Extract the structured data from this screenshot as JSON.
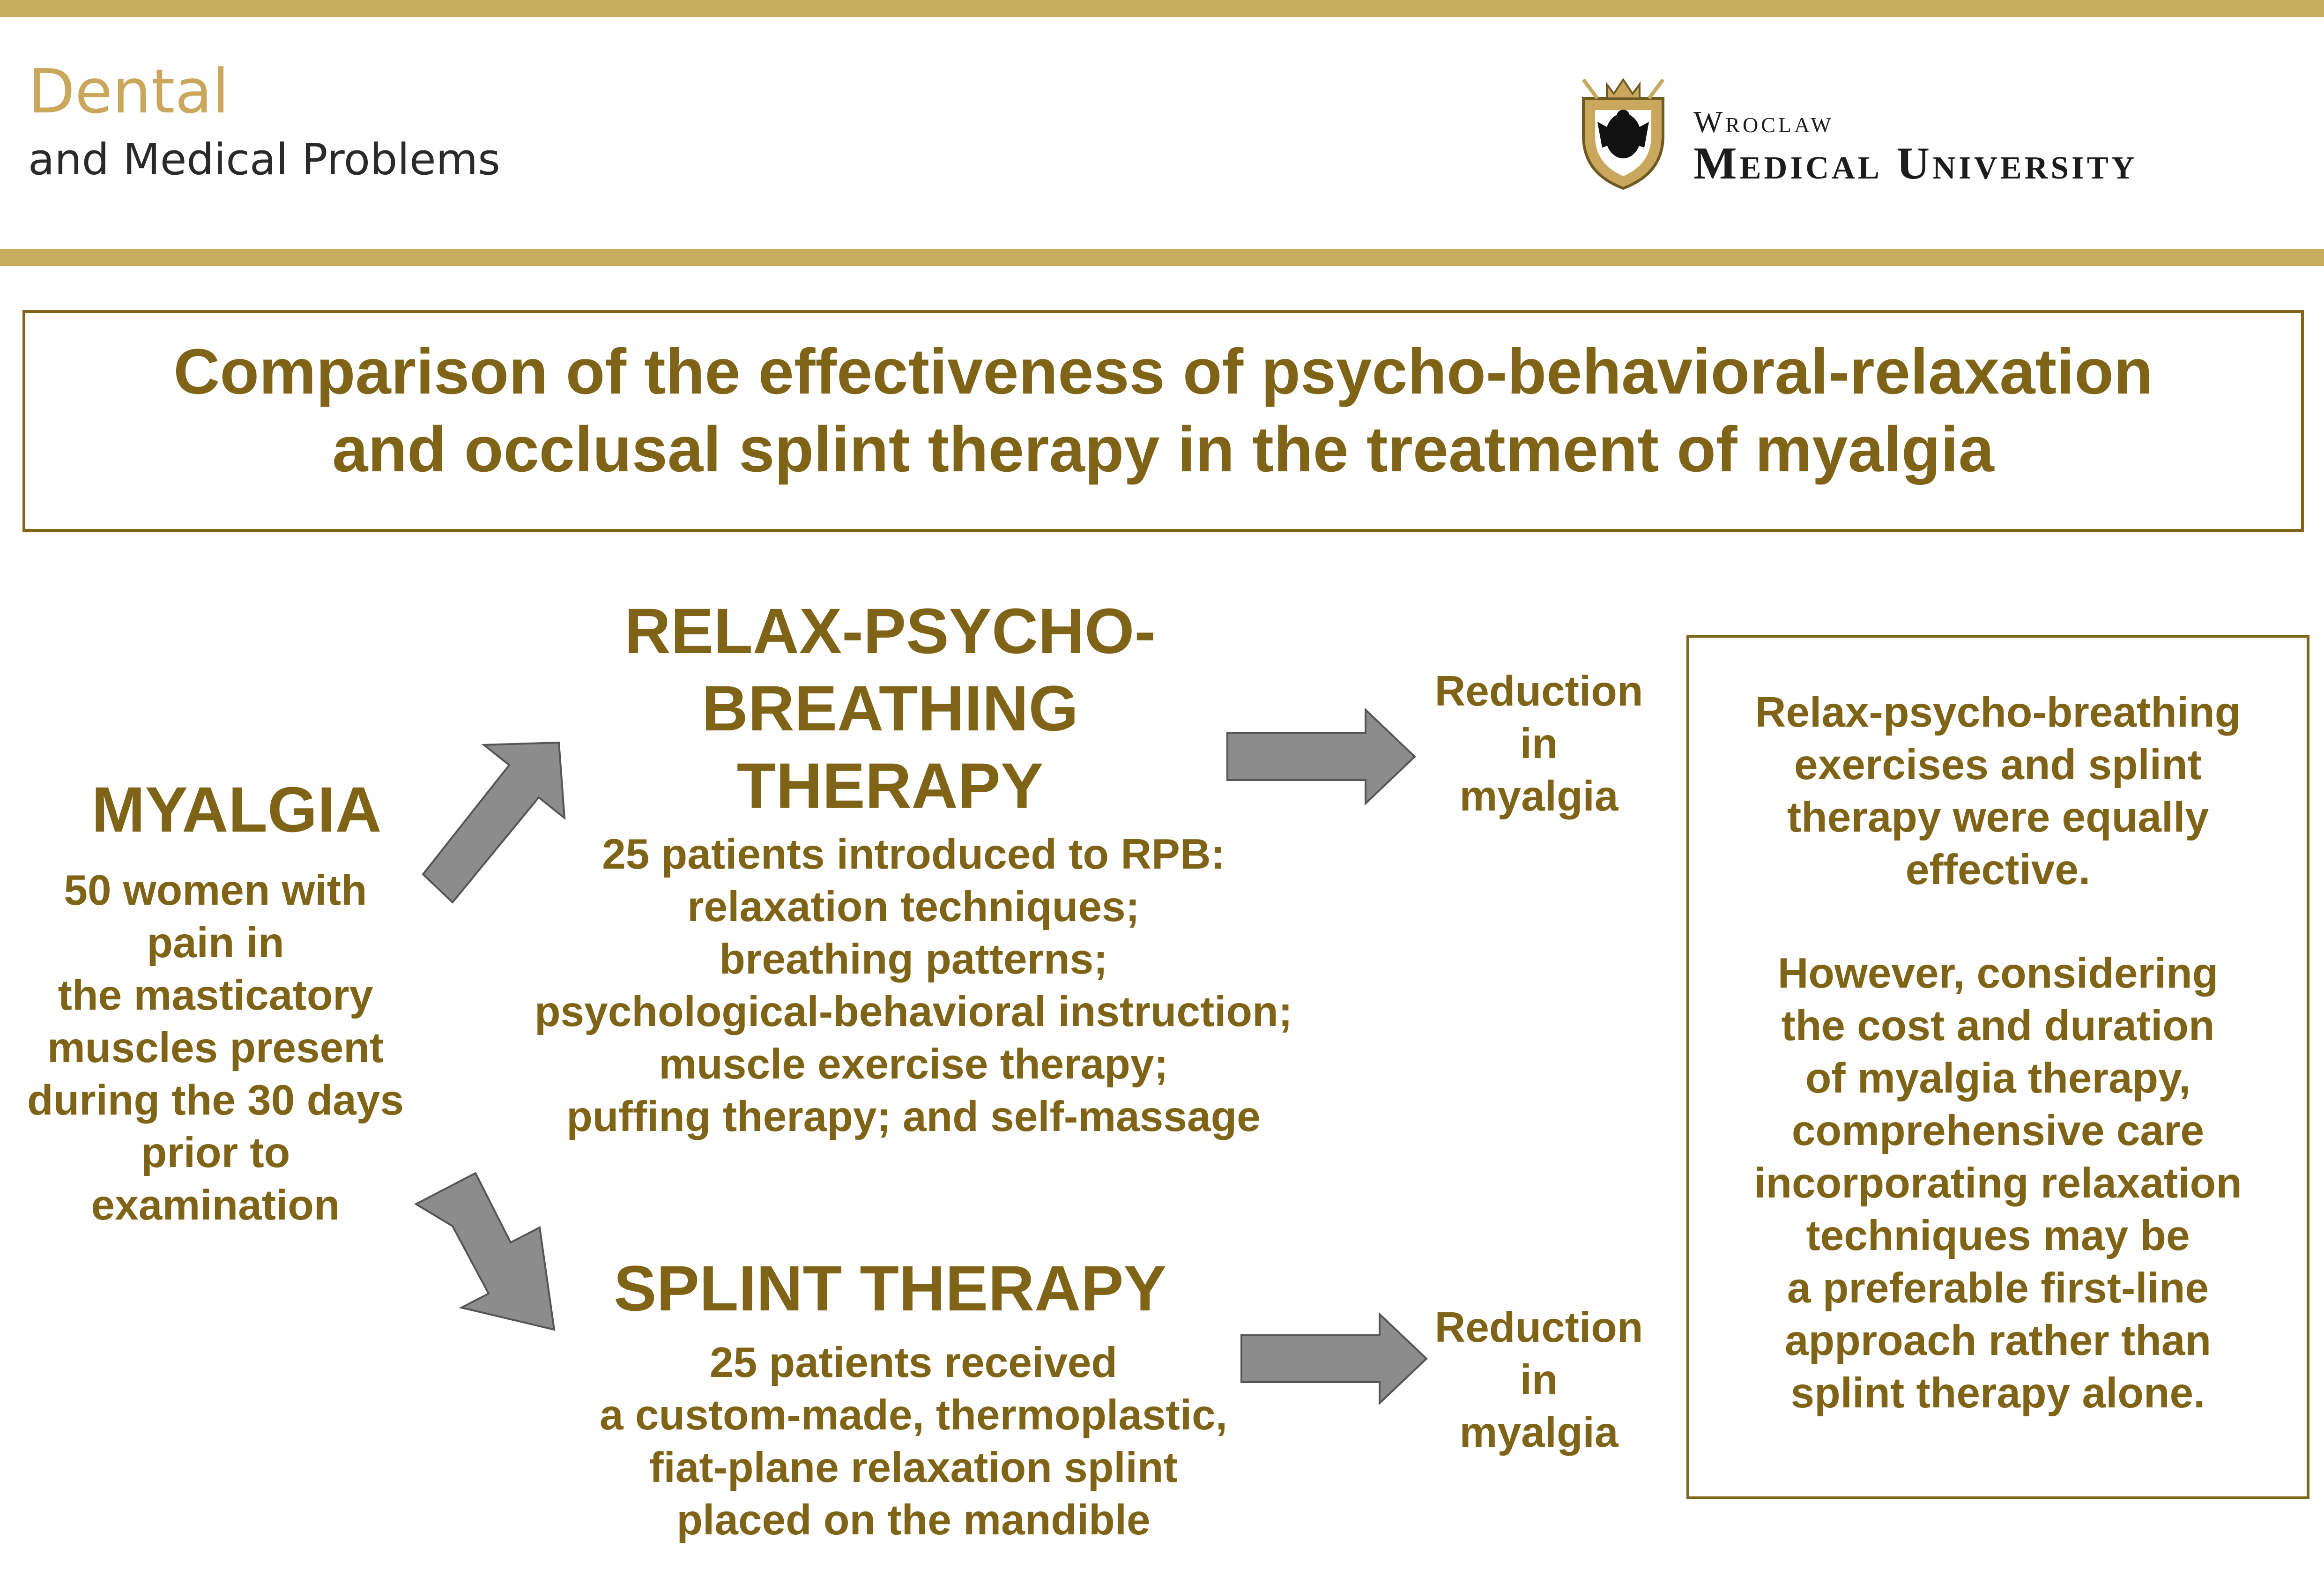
{
  "header": {
    "journal_line1": "Dental",
    "journal_line2": "and Medical Problems",
    "university_line1": "Wroclaw",
    "university_line2": "Medical University"
  },
  "title": {
    "line1": "Comparison of the effectiveness of psycho-behavioral-relaxation",
    "line2": "and occlusal splint therapy in the treatment of myalgia"
  },
  "myalgia": {
    "heading": "MYALGIA",
    "description_lines": [
      "50 women with",
      "pain in",
      "the masticatory",
      "muscles present",
      "during the 30 days",
      "prior to",
      "examination"
    ]
  },
  "rpb": {
    "heading_lines": [
      "RELAX-PSYCHO-",
      "BREATHING",
      "THERAPY"
    ],
    "description_lines": [
      "25 patients introduced to RPB:",
      "relaxation techniques;",
      "breathing patterns;",
      "psychological-behavioral instruction;",
      "muscle exercise therapy;",
      "puffing therapy; and self-massage"
    ],
    "outcome_lines": [
      "Reduction",
      "in",
      "myalgia"
    ]
  },
  "splint": {
    "heading": "SPLINT THERAPY",
    "description_lines": [
      "25 patients received",
      "a custom-made, thermoplastic,",
      "fiat-plane relaxation splint",
      "placed on the mandible"
    ],
    "outcome_lines": [
      "Reduction",
      "in",
      "myalgia"
    ]
  },
  "conclusion": {
    "paragraph1_lines": [
      "Relax-psycho-breathing",
      "exercises and splint",
      "therapy were equally",
      "effective."
    ],
    "paragraph2_lines": [
      "However, considering",
      "the cost and duration",
      "of myalgia therapy,",
      "comprehensive care",
      "incorporating relaxation",
      "techniques may be",
      "a preferable first-line",
      "approach rather than",
      "splint therapy alone."
    ]
  },
  "colors": {
    "accent_gold": "#c9ad5e",
    "text_gold": "#7f6418",
    "arrow_fill": "#8c8c8c"
  },
  "icons": [
    "university-crest-icon",
    "arrow-icon"
  ]
}
